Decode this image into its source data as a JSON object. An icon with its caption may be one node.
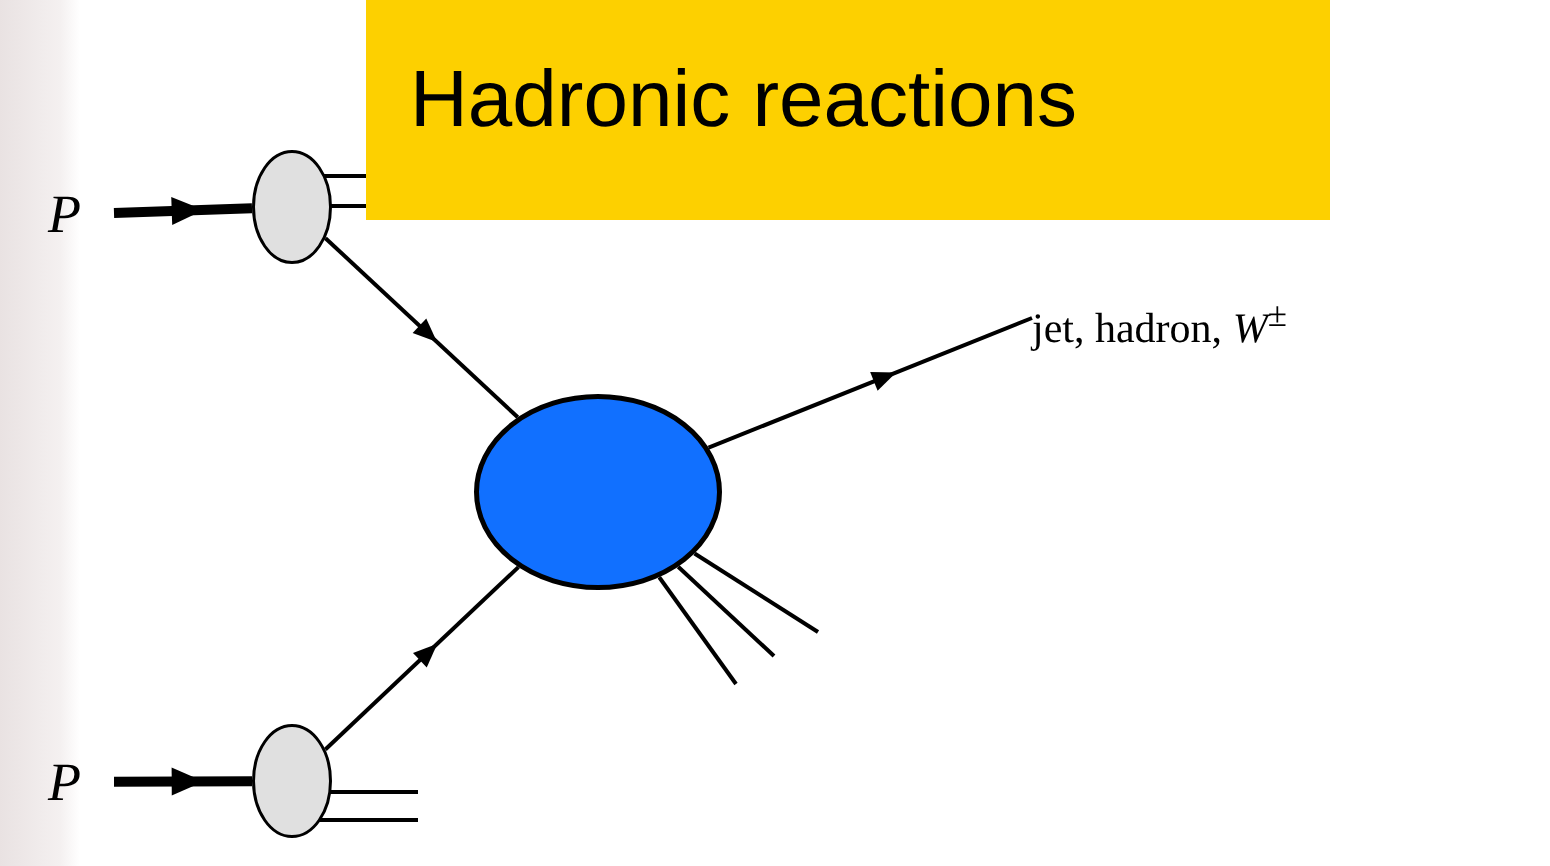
{
  "diagram": {
    "title": "Hadronic reactions",
    "nodes": [
      {
        "text": [
          "P"
        ]
      },
      {
        "text": [],
        "shape": "ellipse"
      },
      {
        "text": [
          "P"
        ]
      },
      {
        "text": [],
        "shape": "ellipse"
      },
      {
        "text": [],
        "shape": "ellipse"
      },
      {
        "text": [
          "jet, hadron, *W*$^{±}$"
        ]
      }
    ],
    "edges": [
      {
        "from": 0,
        "to": 1,
        "arrow": "to",
        "style": "thick"
      },
      {
        "from": 1,
        "to": null,
        "arrow": "none"
      },
      {
        "from": 1,
        "to": null,
        "arrow": "none"
      },
      {
        "from": 1,
        "to": 4,
        "arrow": "to"
      },
      {
        "from": 2,
        "to": 3,
        "arrow": "to",
        "style": "thick"
      },
      {
        "from": 3,
        "to": null,
        "arrow": "none"
      },
      {
        "from": 3,
        "to": null,
        "arrow": "none"
      },
      {
        "from": 3,
        "to": 4,
        "arrow": "to"
      },
      {
        "from": 4,
        "to": 5,
        "arrow": "to"
      },
      {
        "from": 4,
        "to": null,
        "arrow": "none"
      },
      {
        "from": 4,
        "to": null,
        "arrow": "none"
      },
      {
        "from": 4,
        "to": null,
        "arrow": "none"
      }
    ]
  }
}
